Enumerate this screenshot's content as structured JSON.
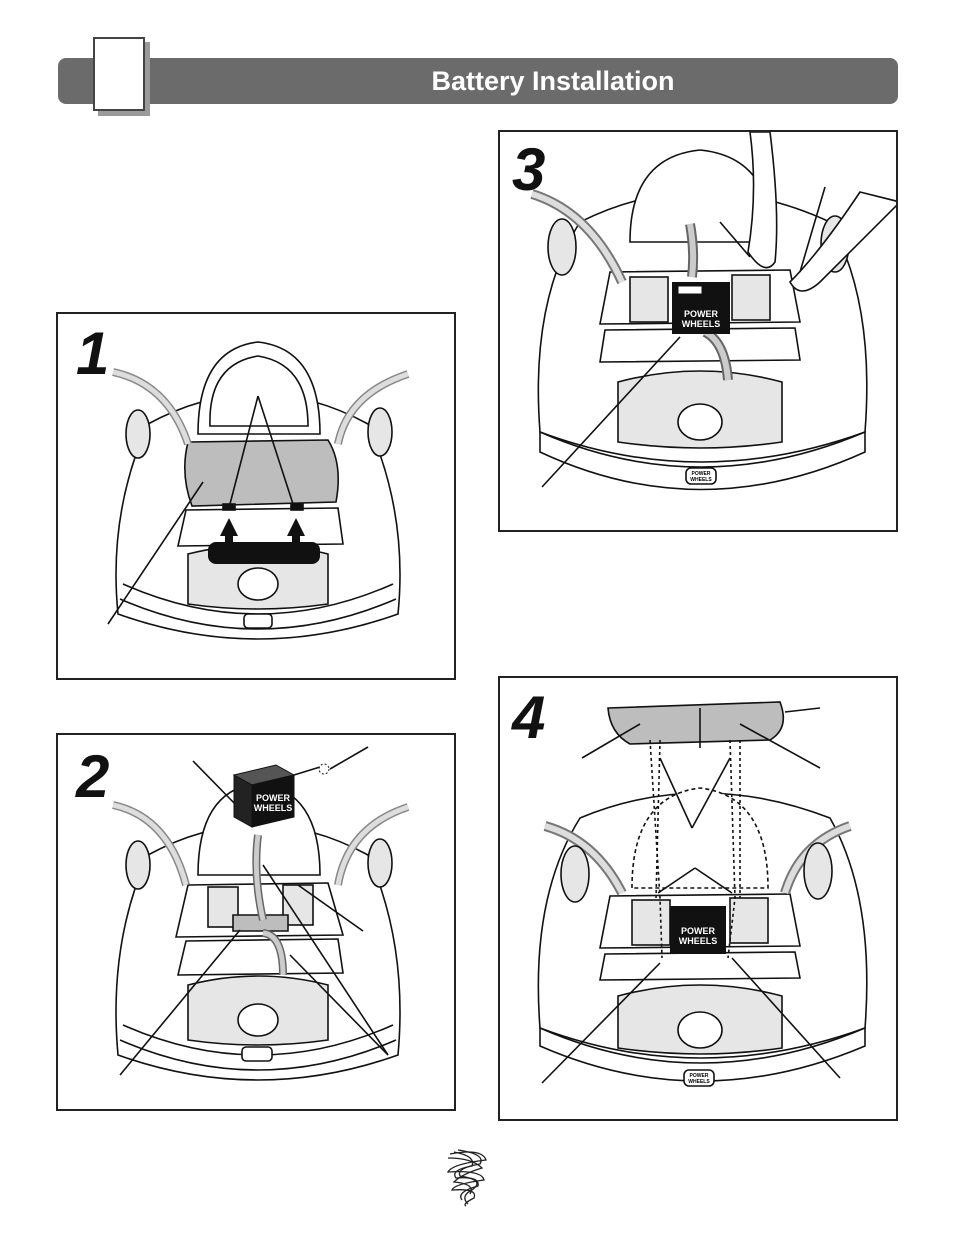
{
  "header": {
    "title": "Battery Installation"
  },
  "steps": [
    {
      "number": "1"
    },
    {
      "number": "2"
    },
    {
      "number": "3"
    },
    {
      "number": "4"
    }
  ],
  "battery": {
    "logo_line1": "POWER",
    "logo_line2": "WHEELS"
  },
  "vehicle": {
    "emblem_line1": "POWER",
    "emblem_line2": "WHEELS"
  },
  "colors": {
    "header_bar": "#6b6b6b",
    "ink": "#111111",
    "gray_fill": "#bdbdbd",
    "light_fill": "#e6e6e6"
  }
}
